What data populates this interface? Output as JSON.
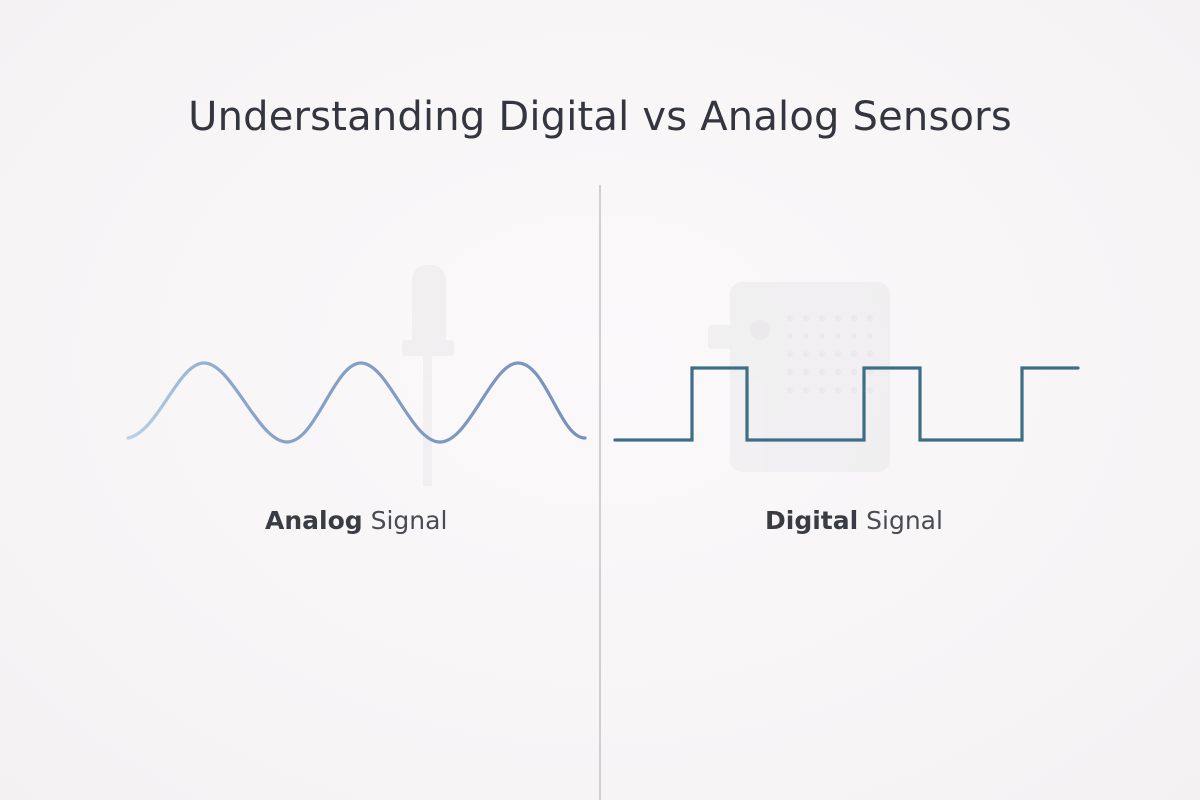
{
  "title": "Understanding Digital vs Analog Sensors",
  "analog": {
    "caption_strong": "Analog",
    "caption_rest": " Signal",
    "wave_color_start": "#b9d2e8",
    "wave_color": "#7a95bd",
    "sensor_icon": "photoresistor-icon"
  },
  "digital": {
    "caption_strong": "Digital",
    "caption_rest": " Signal",
    "wave_color": "#3d6e86",
    "sensor_icon": "sensor-module-icon"
  },
  "colors": {
    "background": "#f8f6f7",
    "title": "#34363f",
    "divider": "#cfcfd3"
  }
}
